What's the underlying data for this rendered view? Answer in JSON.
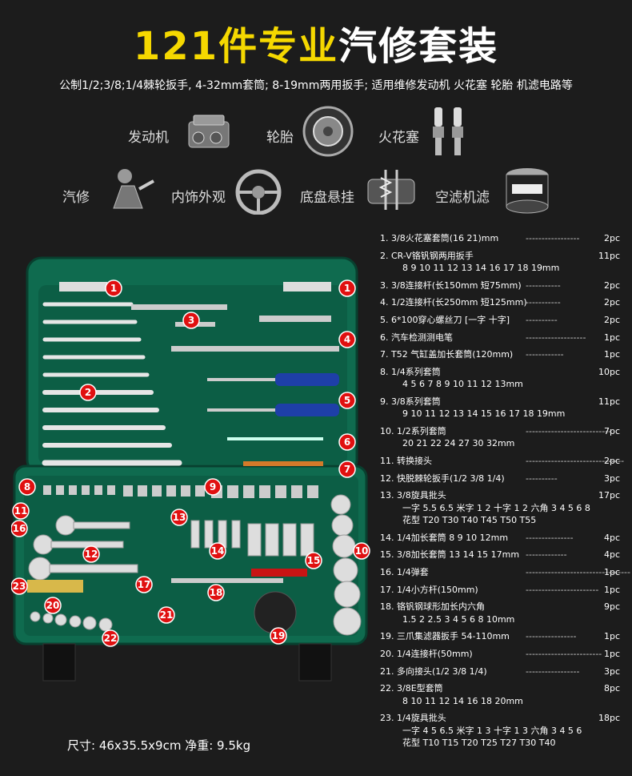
{
  "title": {
    "highlight": "121件专业",
    "rest": "汽修套装"
  },
  "subtitle": "公制1/2;3/8;1/4棘轮扳手, 4-32mm套筒; 8-19mm两用扳手; 适用维修发动机 火花塞  轮胎 机滤电路等",
  "applications": [
    "发动机",
    "轮胎",
    "火花塞",
    "汽修",
    "内饰外观",
    "底盘悬挂",
    "空滤机滤"
  ],
  "spec": "尺寸: 46x35.5x9cm  净重: 9.5kg",
  "colors": {
    "accent": "#f5d800",
    "case_green": "#0f6b4f",
    "callout_red": "#e01010"
  },
  "callouts": [
    "1",
    "1",
    "2",
    "3",
    "4",
    "5",
    "6",
    "7",
    "8",
    "9",
    "10",
    "11",
    "12",
    "13",
    "14",
    "15",
    "16",
    "17",
    "18",
    "19",
    "20",
    "21",
    "22",
    "23"
  ],
  "items": [
    {
      "name": "1. 3/8火花塞套筒(16  21)mm",
      "dash": "-----------------",
      "count": "2pc",
      "sub": []
    },
    {
      "name": "2. CR-V铬钒钢两用扳手",
      "dash": "",
      "count": "11pc",
      "sub": [
        "8  9  10  11  12  13  14  16  17  18  19mm"
      ]
    },
    {
      "name": "3. 3/8连接杆(长150mm  短75mm)",
      "dash": "-----------",
      "count": "2pc",
      "sub": []
    },
    {
      "name": "4. 1/2连接杆(长250mm  短125mm)",
      "dash": "-----------",
      "count": "2pc",
      "sub": []
    },
    {
      "name": "5. 6*100穿心螺丝刀 [一字  十字]",
      "dash": "----------",
      "count": "2pc",
      "sub": []
    },
    {
      "name": "6. 汽车检测测电笔",
      "dash": "-------------------",
      "count": "1pc",
      "sub": []
    },
    {
      "name": "7. T52 气缸盖加长套筒(120mm)",
      "dash": "------------",
      "count": "1pc",
      "sub": []
    },
    {
      "name": "8. 1/4系列套筒",
      "dash": "",
      "count": "10pc",
      "sub": [
        "4  5  6  7  8  9  10  11  12  13mm"
      ]
    },
    {
      "name": "9. 3/8系列套筒",
      "dash": "",
      "count": "11pc",
      "sub": [
        "9  10  11  12  13  14  15  16  17  18  19mm"
      ]
    },
    {
      "name": "10. 1/2系列套筒",
      "dash": "---------------------------",
      "count": "7pc",
      "sub": [
        "20  21  22  24  27  30  32mm"
      ]
    },
    {
      "name": "11. 转换接头",
      "dash": "-------------------------------",
      "count": "2pc",
      "sub": []
    },
    {
      "name": "12. 快脱棘轮扳手(1/2  3/8  1/4)",
      "dash": "----------",
      "count": "3pc",
      "sub": []
    },
    {
      "name": "13. 3/8旋具批头",
      "dash": "",
      "count": "17pc",
      "sub": [
        "一字 5.5 6.5  米字 1 2  十字 1 2 六角 3 4 5 6 8",
        "花型  T20  T30  T40  T45  T50  T55"
      ]
    },
    {
      "name": "14. 1/4加长套筒  8  9  10  12mm",
      "dash": "---------------",
      "count": "4pc",
      "sub": []
    },
    {
      "name": "15. 3/8加长套筒  13  14  15  17mm",
      "dash": "-------------",
      "count": "4pc",
      "sub": []
    },
    {
      "name": "16. 1/4弹套",
      "dash": "---------------------------------",
      "count": "1pc",
      "sub": []
    },
    {
      "name": "17. 1/4小方杆(150mm)",
      "dash": "-----------------------",
      "count": "1pc",
      "sub": []
    },
    {
      "name": "18. 铬钒钢球形加长内六角",
      "dash": "",
      "count": "9pc",
      "sub": [
        "1.5  2  2.5  3  4  5  6  8  10mm"
      ]
    },
    {
      "name": "19. 三爪集滤器扳手 54-110mm",
      "dash": "----------------",
      "count": "1pc",
      "sub": []
    },
    {
      "name": "20. 1/4连接杆(50mm)",
      "dash": "------------------------",
      "count": "1pc",
      "sub": []
    },
    {
      "name": "21. 多向接头(1/2  3/8  1/4)",
      "dash": "-----------------",
      "count": "3pc",
      "sub": []
    },
    {
      "name": "22. 3/8E型套筒",
      "dash": "",
      "count": "8pc",
      "sub": [
        "8  10  11  12  14  16  18  20mm"
      ]
    },
    {
      "name": "23. 1/4旋具批头",
      "dash": "",
      "count": "18pc",
      "sub": [
        "一字 4 5 6.5  米字 1 3  十字 1 3  六角 3 4 5 6",
        "花型  T10  T15  T20  T25  T27  T30  T40"
      ]
    }
  ]
}
